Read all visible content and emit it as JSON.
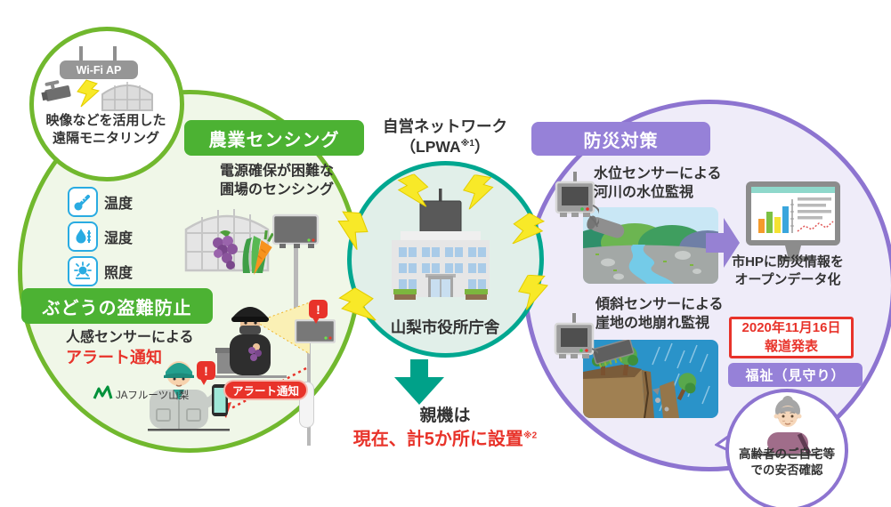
{
  "colors": {
    "green_border": "#71b82e",
    "green_fill": "#f0f7e8",
    "header_green": "#4cb233",
    "teal_border": "#00a790",
    "teal_fill": "#e1efe9",
    "teal_arrow": "#00a189",
    "purple_border": "#8d74d0",
    "purple_fill": "#efecf9",
    "header_purple": "#9681d8",
    "alert_red": "#e8332a",
    "sensor_cyan": "#29abe2",
    "bolt_yellow": "#f8e928"
  },
  "remote_monitoring": {
    "wifi_ap_label": "Wi-Fi AP",
    "caption_line1": "映像などを活用した",
    "caption_line2": "遠隔モニタリング"
  },
  "agriculture": {
    "header": "農業センシング",
    "desc_line1": "電源確保が困難な",
    "desc_line2": "圃場のセンシング",
    "sensors": [
      {
        "label": "温度"
      },
      {
        "label": "湿度"
      },
      {
        "label": "照度"
      }
    ]
  },
  "theft": {
    "header": "ぶどうの盗難防止",
    "desc_line1": "人感センサーによる",
    "desc_line2": "アラート通知",
    "alert_badge": "アラート通知",
    "ja_label": "JAフルーツ山梨"
  },
  "network": {
    "title_line1": "自営ネットワーク",
    "title_line2_open": "（LPWA",
    "title_note1": "※1",
    "title_line2_close": "）",
    "building_label": "山梨市役所庁舎",
    "base_line1": "親機は",
    "base_line2": "現在、計5か所に設置",
    "base_note2": "※2"
  },
  "disaster": {
    "header": "防災対策",
    "water_line1": "水位センサーによる",
    "water_line2": "河川の水位監視",
    "slope_line1": "傾斜センサーによる",
    "slope_line2": "崖地の地崩れ監視",
    "opendata_line1": "市HPに防災情報を",
    "opendata_line2": "オープンデータ化",
    "press_line1": "2020年11月16日",
    "press_line2": "報道発表"
  },
  "welfare": {
    "header": "福祉（見守り）",
    "caption_line1": "高齢者のご自宅等",
    "caption_line2": "での安否確認"
  },
  "icons": {
    "alert_mark": "!"
  }
}
